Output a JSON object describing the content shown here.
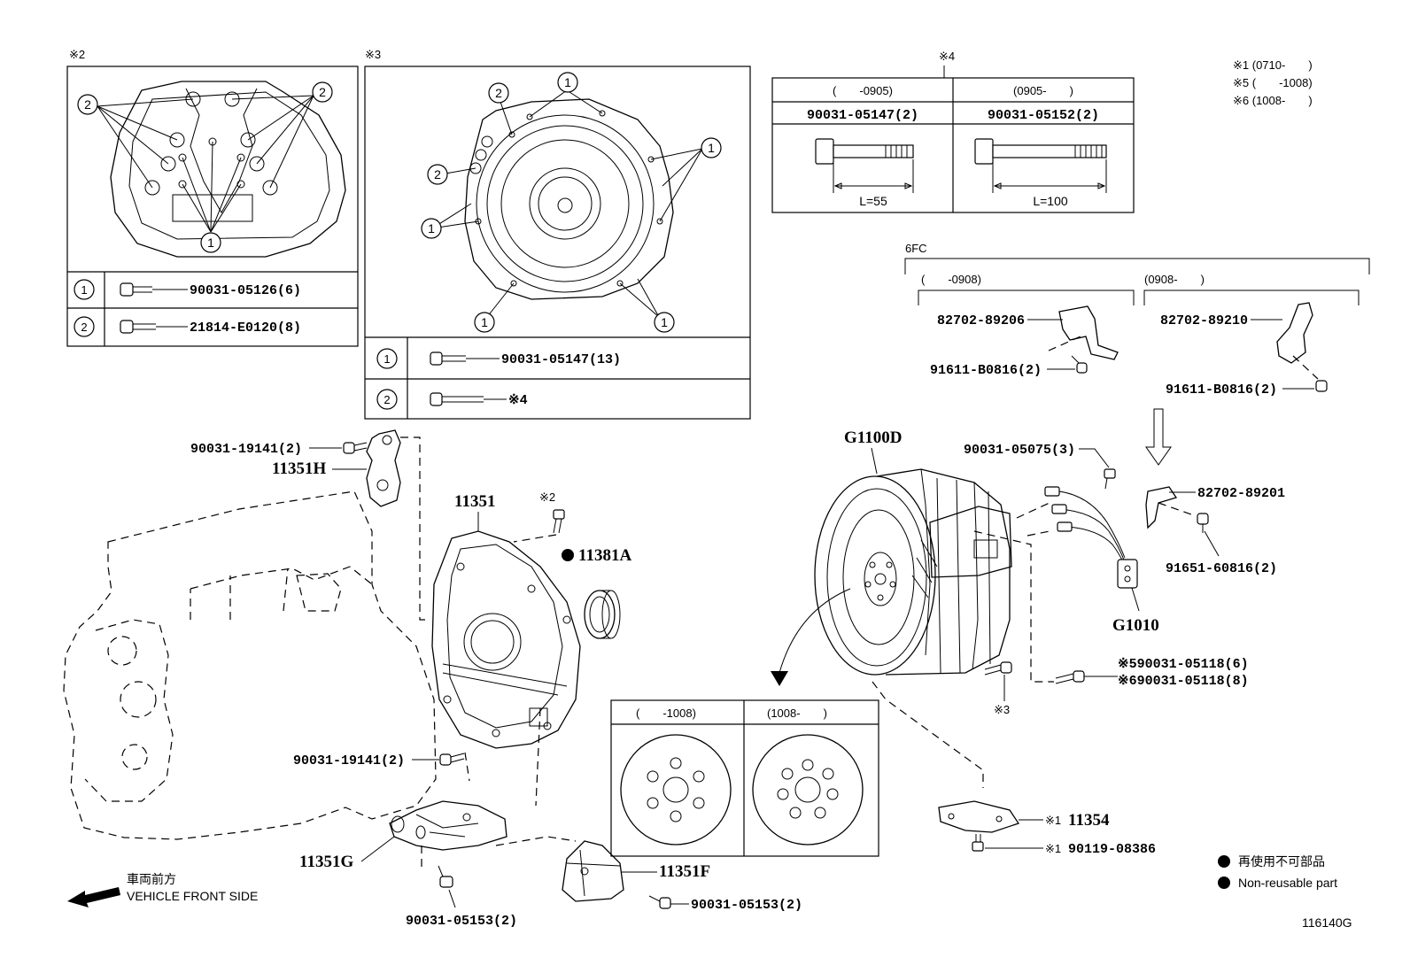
{
  "diagram_number": "116140G",
  "legend_notes": {
    "note1": "※1 (0710-　　)",
    "note5": "※5 (　　-1008)",
    "note6": "※6 (1008-　　)"
  },
  "inset2": {
    "mark": "※2",
    "rows": [
      {
        "num": "1",
        "part": "90031-05126(6)"
      },
      {
        "num": "2",
        "part": "21814-E0120(8)"
      }
    ]
  },
  "inset3": {
    "mark": "※3",
    "rows": [
      {
        "num": "1",
        "part": "90031-05147(13)"
      },
      {
        "num": "2",
        "part": "※4"
      }
    ]
  },
  "inset4": {
    "mark": "※4",
    "col1": {
      "range": "(　　-0905)",
      "part": "90031-05147(2)",
      "length": "L=55"
    },
    "col2": {
      "range": "(0905-　　)",
      "part": "90031-05152(2)",
      "length": "L=100"
    }
  },
  "engine_6fc": {
    "label": "6FC",
    "left_range": "(　　-0908)",
    "right_range": "(0908-　　)",
    "left_bracket": "82702-89206",
    "left_bolt": "91611-B0816(2)",
    "right_bracket": "82702-89210",
    "right_bolt": "91611-B0816(2)"
  },
  "flywheel_inset": {
    "left_range": "(　　-1008)",
    "right_range": "(1008-　　)"
  },
  "callouts": {
    "bolt_19141_top": "90031-19141(2)",
    "bracket_h": "11351H",
    "housing": "11351",
    "housing_mark": "※2",
    "oil_seal": "11381A",
    "bolt_19141_bottom": "90031-19141(2)",
    "bracket_g": "11351G",
    "bracket_f": "11351F",
    "bolt_05153_left": "90031-05153(2)",
    "bolt_05153_right": "90031-05153(2)",
    "generator": "G1100D",
    "bolt_05075": "90031-05075(3)",
    "bracket_89201": "82702-89201",
    "bolt_60816": "91651-60816(2)",
    "harness": "G1010",
    "bolt_05118_a": "※590031-05118(6)",
    "bolt_05118_b": "※690031-05118(8)",
    "gen_mark": "※3",
    "plate_mark": "※1",
    "plate": "11354",
    "plate_bolt_mark": "※1",
    "plate_bolt": "90119-08386"
  },
  "front_side": {
    "jp": "車両前方",
    "en": "VEHICLE FRONT SIDE"
  },
  "key": {
    "jp": "再使用不可部品",
    "en": "Non-reusable part"
  }
}
